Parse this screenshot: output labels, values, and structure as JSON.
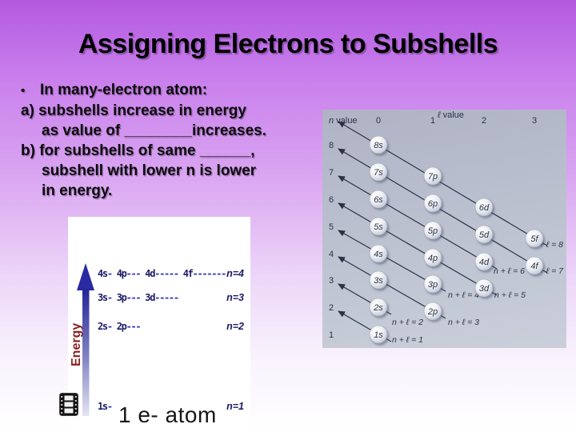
{
  "slide": {
    "title": "Assigning Electrons to Subshells",
    "bullet_lines": [
      {
        "bullet": true,
        "indent": 0,
        "text": "In many-electron atom:"
      },
      {
        "bullet": false,
        "indent": 0,
        "text": "a) subshells increase in energy"
      },
      {
        "bullet": false,
        "indent": 1,
        "text": "as value of ________increases."
      },
      {
        "bullet": false,
        "indent": 0,
        "text": "b) for subshells of same ______,"
      },
      {
        "bullet": false,
        "indent": 1,
        "text": "subshell with lower n is lower"
      },
      {
        "bullet": false,
        "indent": 1,
        "text": "in energy."
      }
    ],
    "caption": "1 e- atom",
    "bullet_marker": "•"
  },
  "energy_diagram": {
    "axis_label": "Energy",
    "levels": [
      {
        "n_label": "n=4",
        "subshells": [
          {
            "name": "4s",
            "dashes": "-"
          },
          {
            "name": "4p",
            "dashes": "---"
          },
          {
            "name": "4d",
            "dashes": "-----"
          },
          {
            "name": "4f",
            "dashes": "-------"
          }
        ]
      },
      {
        "n_label": "n=3",
        "subshells": [
          {
            "name": "3s",
            "dashes": "-"
          },
          {
            "name": "3p",
            "dashes": "---"
          },
          {
            "name": "3d",
            "dashes": "-----"
          }
        ]
      },
      {
        "n_label": "n=2",
        "subshells": [
          {
            "name": "2s",
            "dashes": "-"
          },
          {
            "name": "2p",
            "dashes": "---"
          }
        ]
      },
      {
        "n_label": "n=1",
        "subshells": [
          {
            "name": "1s",
            "dashes": "-"
          }
        ]
      }
    ]
  },
  "aufbau_diagram": {
    "n_axis_label": "n value",
    "l_axis_label": "ℓ value",
    "l_ticks": [
      "0",
      "1",
      "2",
      "3"
    ],
    "n_ticks": [
      "8",
      "7",
      "6",
      "5",
      "4",
      "3",
      "2",
      "1"
    ],
    "subshells": [
      {
        "label": "1s",
        "n": 1,
        "l": 0
      },
      {
        "label": "2s",
        "n": 2,
        "l": 0
      },
      {
        "label": "2p",
        "n": 2,
        "l": 1
      },
      {
        "label": "3s",
        "n": 3,
        "l": 0
      },
      {
        "label": "3p",
        "n": 3,
        "l": 1
      },
      {
        "label": "3d",
        "n": 3,
        "l": 2
      },
      {
        "label": "4s",
        "n": 4,
        "l": 0
      },
      {
        "label": "4p",
        "n": 4,
        "l": 1
      },
      {
        "label": "4d",
        "n": 4,
        "l": 2
      },
      {
        "label": "4f",
        "n": 4,
        "l": 3
      },
      {
        "label": "5s",
        "n": 5,
        "l": 0
      },
      {
        "label": "5p",
        "n": 5,
        "l": 1
      },
      {
        "label": "5d",
        "n": 5,
        "l": 2
      },
      {
        "label": "5f",
        "n": 5,
        "l": 3
      },
      {
        "label": "6s",
        "n": 6,
        "l": 0
      },
      {
        "label": "6p",
        "n": 6,
        "l": 1
      },
      {
        "label": "6d",
        "n": 6,
        "l": 2
      },
      {
        "label": "7s",
        "n": 7,
        "l": 0
      },
      {
        "label": "7p",
        "n": 7,
        "l": 1
      },
      {
        "label": "8s",
        "n": 8,
        "l": 0
      }
    ],
    "diagonals": [
      {
        "k": 1,
        "label": "n + ℓ = 1"
      },
      {
        "k": 2,
        "label": "n + ℓ = 2"
      },
      {
        "k": 3,
        "label": "n + ℓ = 3"
      },
      {
        "k": 4,
        "label": "n + ℓ = 4"
      },
      {
        "k": 5,
        "label": "n + ℓ = 5"
      },
      {
        "k": 6,
        "label": "n + ℓ = 6"
      },
      {
        "k": 7,
        "label": "n + ℓ = 7"
      },
      {
        "k": 8,
        "label": "n + ℓ = 8"
      }
    ]
  },
  "colors": {
    "energy_arrow": "#2a2aa2",
    "energy_label": "#8b1e1e",
    "subshell_ink": "#1b1b66",
    "orbital_dash": "#3232c0",
    "aufbau_ink": "#2c3145"
  },
  "icons": {
    "bottom_left": "film-strip-icon"
  }
}
